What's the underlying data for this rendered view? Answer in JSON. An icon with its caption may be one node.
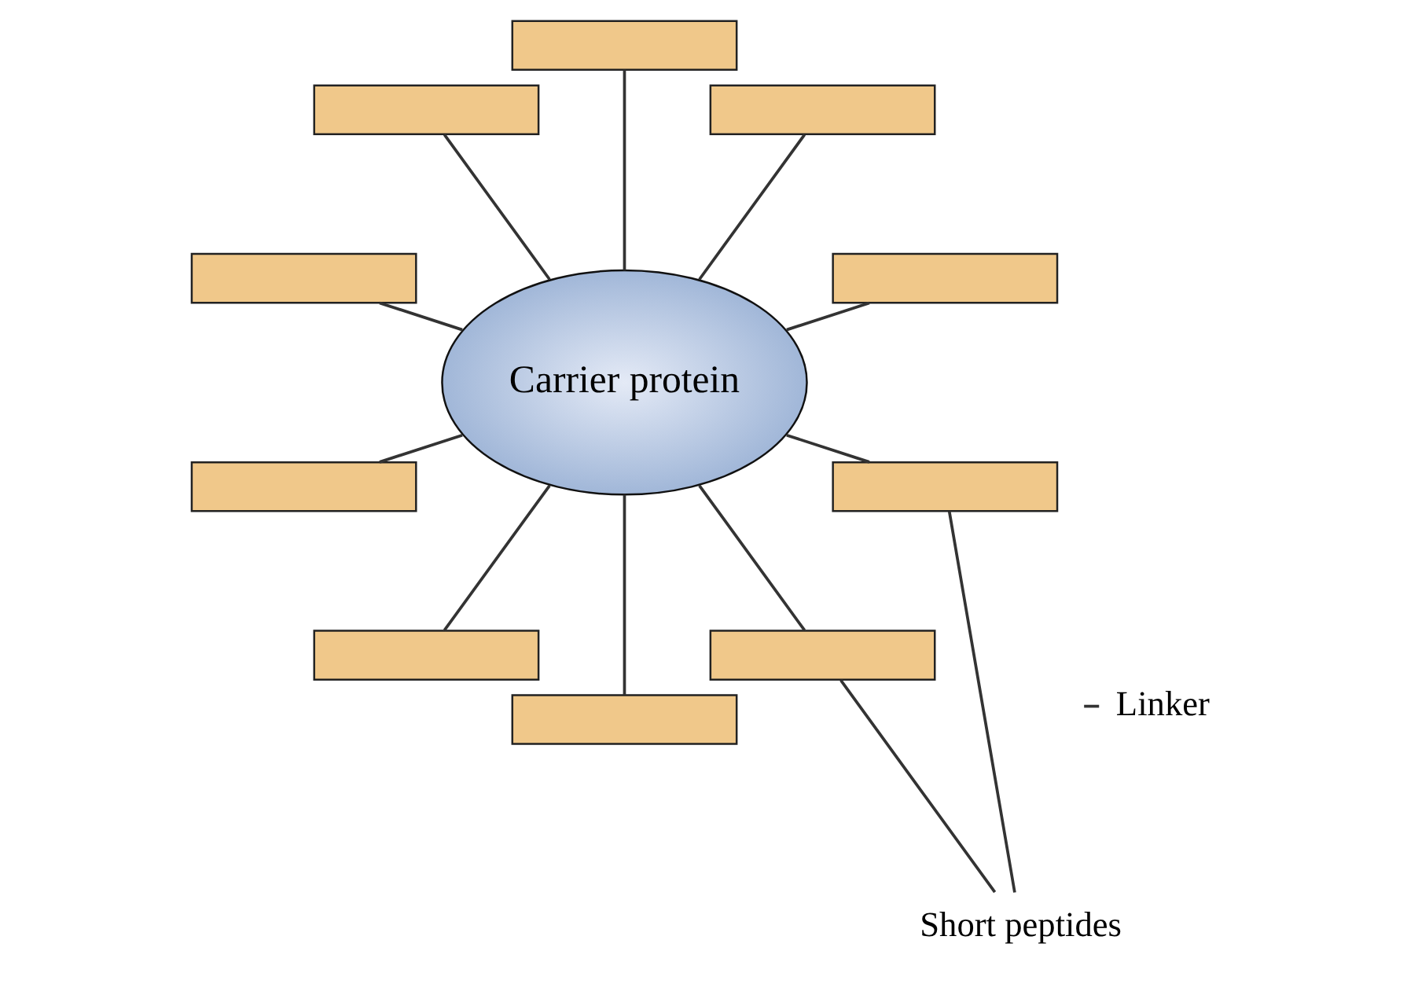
{
  "diagram": {
    "nodes": [
      {
        "text": [
          "Carrier protein"
        ]
      },
      {
        "text": [],
        "shape": "box"
      },
      {
        "text": [],
        "shape": "box"
      },
      {
        "text": [],
        "shape": "box"
      },
      {
        "text": [],
        "shape": "box"
      },
      {
        "text": [],
        "shape": "box"
      },
      {
        "text": [],
        "shape": "box"
      },
      {
        "text": [],
        "shape": "box"
      },
      {
        "text": [],
        "shape": "box"
      },
      {
        "text": [],
        "shape": "box"
      },
      {
        "text": [],
        "shape": "box"
      },
      {
        "text": [
          "Linker"
        ]
      },
      {
        "text": [
          "Short peptides"
        ]
      }
    ],
    "edges": [
      {
        "from": 0,
        "to": 1,
        "arrow": "none"
      },
      {
        "from": 0,
        "to": 2,
        "arrow": "none"
      },
      {
        "from": 0,
        "to": 3,
        "arrow": "none"
      },
      {
        "from": 0,
        "to": 4,
        "arrow": "none"
      },
      {
        "from": 0,
        "to": 5,
        "arrow": "none"
      },
      {
        "from": 0,
        "to": 6,
        "arrow": "none"
      },
      {
        "from": 0,
        "to": 7,
        "arrow": "none"
      },
      {
        "from": 0,
        "to": 8,
        "arrow": "none"
      },
      {
        "from": 0,
        "to": 9,
        "arrow": "none"
      },
      {
        "from": 0,
        "to": 10,
        "arrow": "none"
      },
      {
        "from": 11,
        "to": null,
        "arrow": "none"
      },
      {
        "from": 12,
        "to": 10,
        "arrow": "none"
      },
      {
        "from": 12,
        "to": 9,
        "arrow": "none"
      }
    ]
  }
}
